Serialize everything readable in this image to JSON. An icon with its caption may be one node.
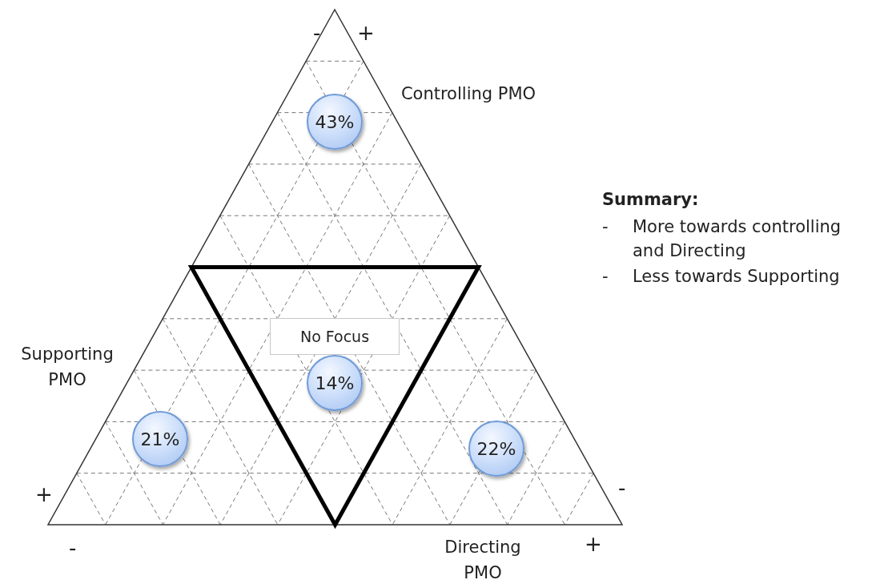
{
  "diagram": {
    "nodes": [
      {
        "text": [
          "43%"
        ]
      },
      {
        "text": [
          "No Focus"
        ]
      },
      {
        "text": [
          "14%"
        ]
      },
      {
        "text": [
          "21%"
        ]
      },
      {
        "text": [
          "22%"
        ]
      }
    ],
    "labels": [
      "-",
      "+",
      "Controlling PMO",
      "Summary:",
      "-",
      "More towards controlling and Directing",
      "-",
      "Less towards Supporting",
      "Supporting PMO",
      "+",
      "-",
      "-",
      "Directing PMO",
      "+"
    ]
  }
}
